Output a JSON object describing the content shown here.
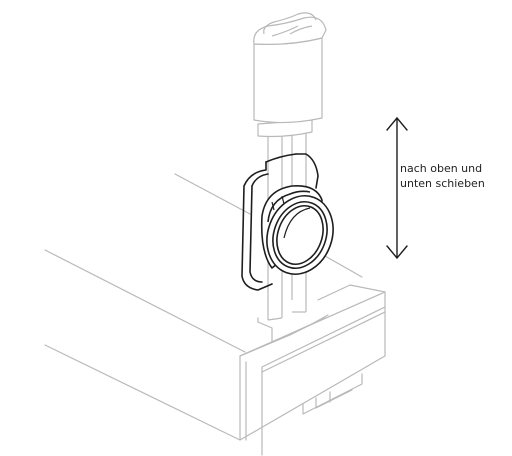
{
  "instruction": {
    "line1": "nach oben und",
    "line2": "unten schieben"
  },
  "colors": {
    "grey_line": "#b9b9b9",
    "dark_line": "#1e1e1e",
    "text": "#222222",
    "background": "#ffffff"
  },
  "icons": {
    "motion_arrow": "double-headed-vertical-arrow"
  }
}
